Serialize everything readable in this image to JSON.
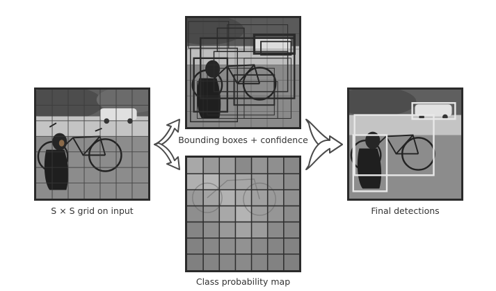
{
  "captions": {
    "input": "S × S grid on input",
    "boxes": "Bounding boxes + confidence",
    "class_map": "Class probability map",
    "final": "Final detections"
  },
  "colors": {
    "panel_border": "#2a2a2a",
    "photo_bg": "#9a9a9a",
    "tree_dark": "#5a5a5a",
    "road": "#b8b8b8",
    "grid_line": "#3a3a3a",
    "detection_box": "#e8e8e8",
    "arrow": "#4a4a4a"
  },
  "icons": {
    "input_photo": "dog-and-bicycle-photo",
    "boxes_photo": "dog-and-bicycle-photo-with-boxes",
    "final_photo": "dog-and-bicycle-photo-with-detections",
    "class_map": "class-probability-grid",
    "split_arrow": "split-arrow-icon",
    "merge_arrow": "merge-arrow-icon"
  }
}
